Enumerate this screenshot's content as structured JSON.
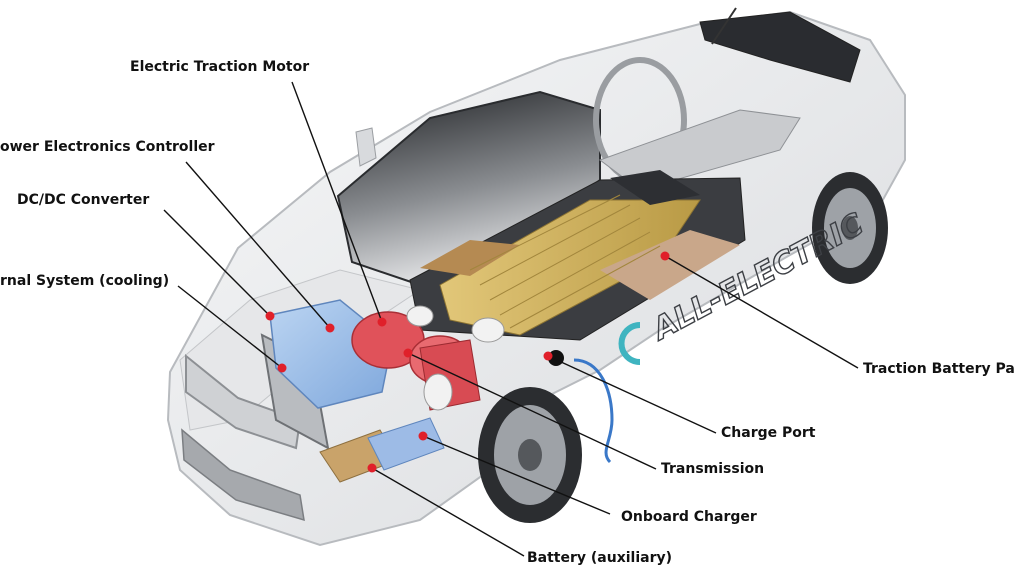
{
  "colors": {
    "leader_line": "#111111",
    "marker": "#e0202a",
    "battery_cells": "#d4b45a",
    "battery_modules": "#b58a52",
    "motor": "#e0525a",
    "converter": "#8fb6e6",
    "car_body": "#e9eaec"
  },
  "decal": {
    "text": "ALL-ELECTRIC",
    "icon": "plug-c-logo-icon"
  },
  "labels": {
    "traction_motor": "Electric Traction Motor",
    "power_electronics": "ower Electronics Controller",
    "dcdc_converter": "DC/DC Converter",
    "thermal_system": "rnal System (cooling)",
    "traction_battery": "Traction Battery Pa",
    "charge_port": "Charge Port",
    "transmission": "Transmission",
    "onboard_charger": "Onboard Charger",
    "aux_battery": "Battery (auxiliary)"
  }
}
